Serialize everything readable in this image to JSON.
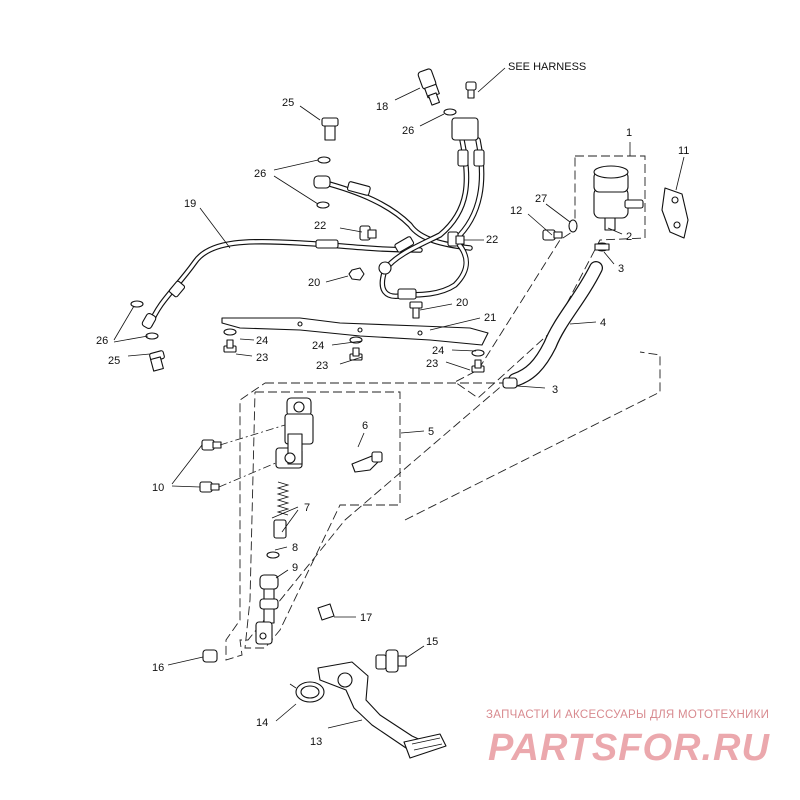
{
  "diagram": {
    "note_harness": "SEE HARNESS",
    "callouts": [
      "1",
      "2",
      "3",
      "3",
      "4",
      "5",
      "6",
      "7",
      "8",
      "9",
      "10",
      "11",
      "12",
      "13",
      "14",
      "15",
      "16",
      "17",
      "18",
      "19",
      "20",
      "20",
      "21",
      "22",
      "22",
      "23",
      "23",
      "23",
      "24",
      "24",
      "24",
      "25",
      "25",
      "26",
      "26",
      "26",
      "27"
    ]
  },
  "watermark": {
    "top_text": "ЗАПЧАСТИ И АКСЕССУАРЫ ДЛЯ МОТОТЕХНИКИ",
    "logo_text": "PARTSFOR.RU",
    "color": "#e58c92"
  }
}
